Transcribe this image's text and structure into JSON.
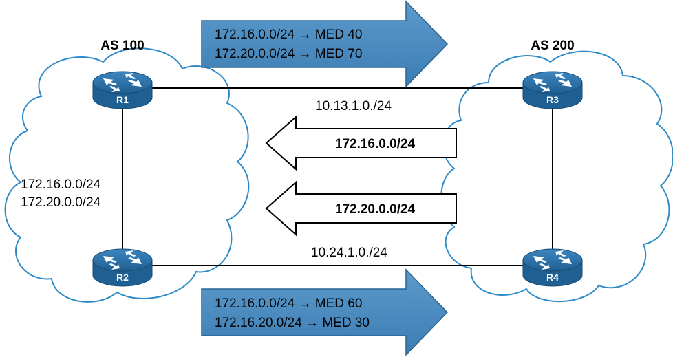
{
  "as_left": {
    "label": "AS 100",
    "prefixes": [
      "172.16.0.0/24",
      "172.20.0.0/24"
    ]
  },
  "as_right": {
    "label": "AS 200"
  },
  "routers": {
    "r1": "R1",
    "r2": "R2",
    "r3": "R3",
    "r4": "R4"
  },
  "links": {
    "top": "10.13.1.0./24",
    "bottom": "10.24.1.0./24"
  },
  "arrow_top": {
    "line1": "172.16.0.0/24 → MED 40",
    "line2": "172.20.0.0/24 → MED 70"
  },
  "arrow_bottom": {
    "line1": "172.16.0.0/24  → MED 60",
    "line2": "172.16.20.0/24 → MED 30"
  },
  "arrow_mid1": {
    "label": "172.16.0.0/24"
  },
  "arrow_mid2": {
    "label": "172.20.0.0/24"
  },
  "colors": {
    "cloud_stroke": "#2d8ac6",
    "router_fill": "#2a6fa5",
    "arrow_fill": "#4c8dc0",
    "arrow_stroke": "#2b6591"
  }
}
